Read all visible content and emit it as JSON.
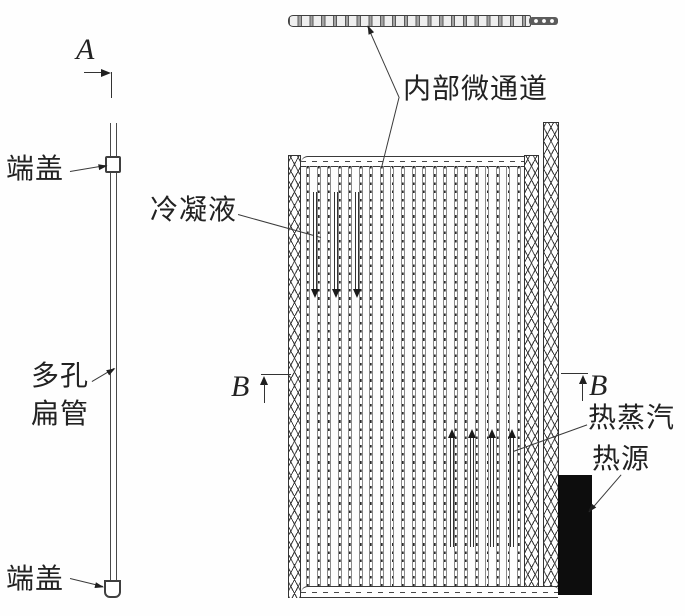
{
  "labels": {
    "section_a": "A",
    "section_b_left": "B",
    "section_b_right": "B",
    "end_cap_top": "端盖",
    "end_cap_bottom": "端盖",
    "porous_flat_tube_line1": "多孔",
    "porous_flat_tube_line2": "扁管",
    "condensate": "冷凝液",
    "internal_microchannel": "内部微通道",
    "hot_steam": "热蒸汽",
    "heat_source": "热源"
  },
  "diagram": {
    "description": "flat micro-channel heat pipe front view with A-A cross-section bar and side view tube",
    "channel_wall_count": 21,
    "condensate_arrow_count": 3,
    "steam_arrow_count": 4,
    "condensate_flow_direction": "down",
    "steam_flow_direction": "up",
    "colors": {
      "line": "#3a3a3a",
      "heat_source_fill": "#0d0d0d",
      "background": "#ffffff"
    }
  }
}
